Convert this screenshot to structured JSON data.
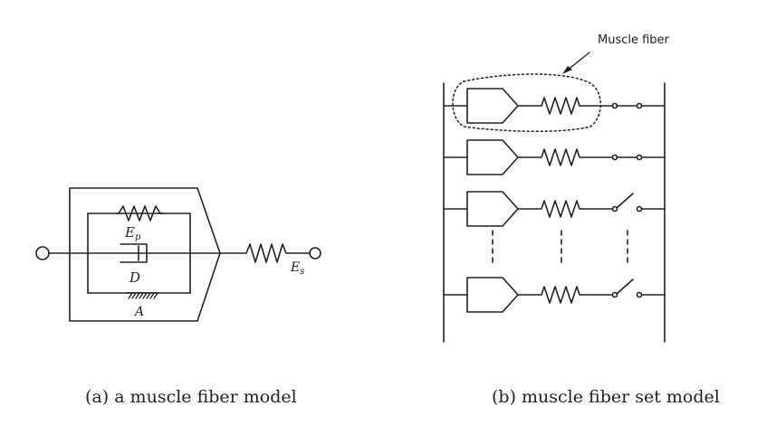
{
  "figure_a": {
    "caption": "(a) a muscle fiber model",
    "labels": {
      "ep": "E",
      "ep_sub": "p",
      "damper": "D",
      "actuator": "A",
      "es": "E",
      "es_sub": "s"
    }
  },
  "figure_b": {
    "caption": "(b) muscle fiber set model",
    "callout": "Muscle fiber"
  }
}
